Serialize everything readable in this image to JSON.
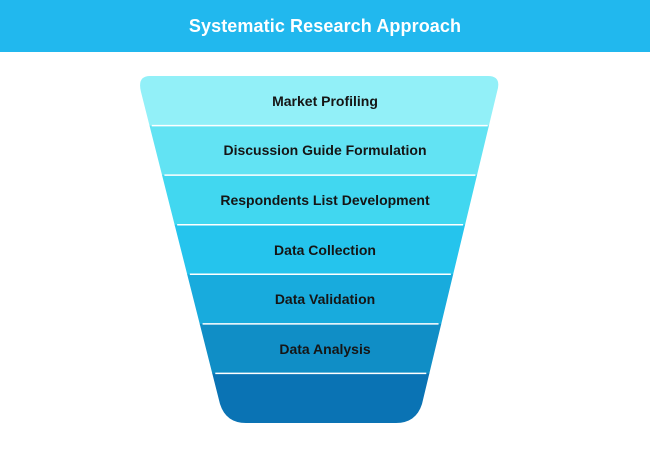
{
  "header": {
    "title": "Systematic Research Approach"
  },
  "funnel": {
    "stages": [
      {
        "label": "Market Profiling",
        "color": "#92f0f8"
      },
      {
        "label": "Discussion Guide Formulation",
        "color": "#62e3f3"
      },
      {
        "label": "Respondents List Development",
        "color": "#41d7f0"
      },
      {
        "label": "Data Collection",
        "color": "#25c4ed"
      },
      {
        "label": "Data Validation",
        "color": "#18abdd"
      },
      {
        "label": "Data Analysis",
        "color": "#108ec6"
      },
      {
        "label": "",
        "color": "#0a73b4"
      }
    ]
  }
}
